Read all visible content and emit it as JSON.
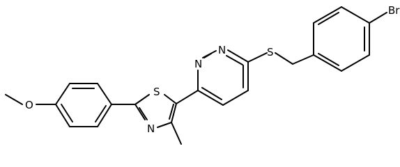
{
  "molecule": {
    "atoms": [
      {
        "id": "Br",
        "label": "Br"
      },
      {
        "id": "S_thioether",
        "label": "S"
      },
      {
        "id": "N1",
        "label": "N"
      },
      {
        "id": "N2",
        "label": "N"
      },
      {
        "id": "S_thiazole",
        "label": "S"
      },
      {
        "id": "N_thiazole",
        "label": "N"
      },
      {
        "id": "O_methoxy",
        "label": "O"
      }
    ]
  }
}
